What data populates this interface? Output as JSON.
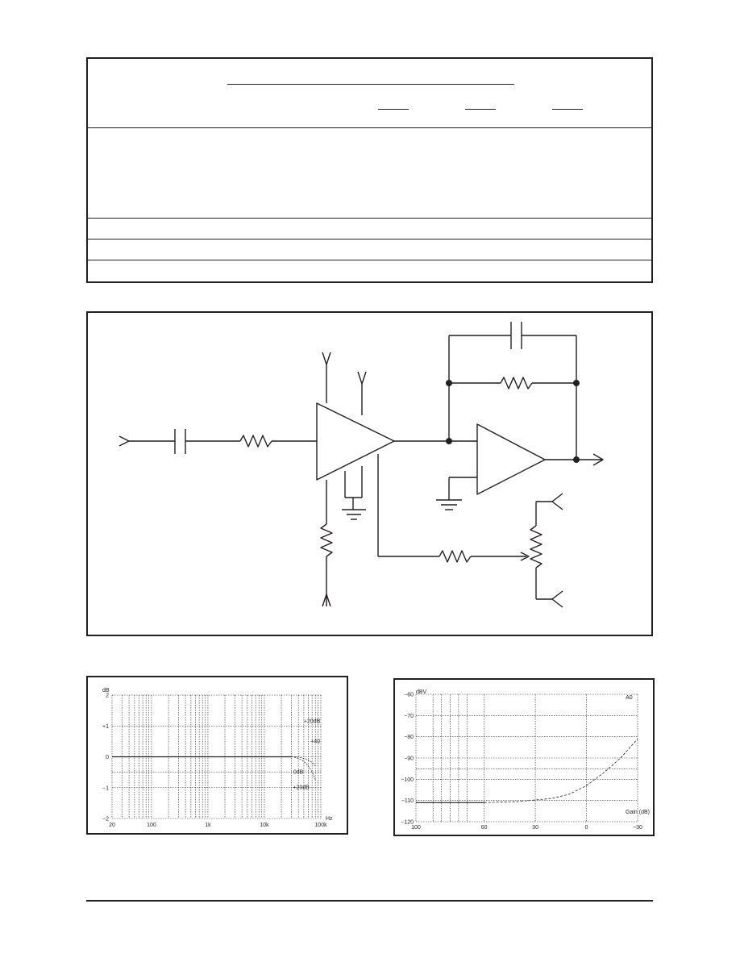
{
  "spec_table": {
    "header_rows": 1,
    "body_rows": 4,
    "text": []
  },
  "chart_data": [
    {
      "type": "line",
      "title": "",
      "ylabel": "dB",
      "y_ticks": [
        "2",
        "+1",
        "0",
        "−1",
        "−2"
      ],
      "x_ticks": [
        "20",
        "100",
        "1k",
        "10k",
        "100k"
      ],
      "xlabel": "Hz",
      "x_scale": "log",
      "xlim": [
        20,
        100000
      ],
      "ylim": [
        -2,
        2
      ],
      "annotations": [
        "+40",
        "0dB",
        "+20dB",
        "+20dB"
      ],
      "series": [
        {
          "x": [
            20,
            100,
            1000,
            10000,
            30000
          ],
          "y": [
            0,
            0,
            0,
            0,
            0
          ]
        }
      ]
    },
    {
      "type": "line",
      "title": "",
      "ylabel": "dBV",
      "y_ticks": [
        "−60",
        "−70",
        "−80",
        "−90",
        "−100",
        "−110",
        "−120"
      ],
      "x_ticks": [
        "100",
        "60",
        "30",
        "0",
        "−30"
      ],
      "xlabel": "Gain (dB)",
      "xlim": [
        100,
        -30
      ],
      "ylim": [
        -120,
        -60
      ],
      "annotations": [
        "A0"
      ],
      "series": [
        {
          "x": [
            100,
            60,
            40,
            20,
            10,
            0,
            -10,
            -20,
            -30
          ],
          "y": [
            -111,
            -111,
            -110.5,
            -109,
            -107,
            -103,
            -97,
            -90,
            -81
          ]
        }
      ]
    }
  ]
}
